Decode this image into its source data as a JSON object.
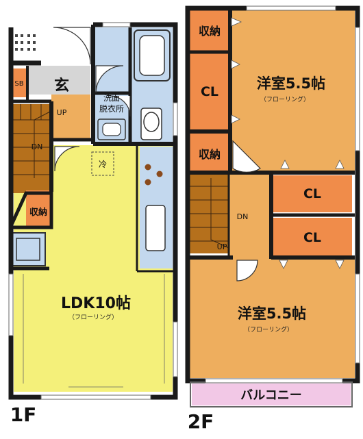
{
  "floor1": {
    "floor_label": "1F",
    "rooms": {
      "genkan": "玄",
      "sb": "SB",
      "senmen": [
        "洗面",
        "脱衣所"
      ],
      "up": "UP",
      "dn": "DN",
      "storage": "収納",
      "fridge": "冷",
      "ldk": "LDK10帖",
      "ldk_floor": "（フローリング）"
    }
  },
  "floor2": {
    "floor_label": "2F",
    "rooms": {
      "storage_top": "収納",
      "cl_left": "CL",
      "storage_mid": "収納",
      "room_top": "洋室5.5帖",
      "room_top_floor": "（フローリング）",
      "cl_right_top": "CL",
      "cl_right_bottom": "CL",
      "dn": "DN",
      "up": "UP",
      "room_bottom": "洋室5.5帖",
      "room_bottom_floor": "（フローリング）",
      "balcony": "バルコニー"
    }
  },
  "colors": {
    "wall": "#1a1a1a",
    "ldk_yellow": "#f4f07a",
    "room_tan": "#eeae5e",
    "storage_orange": "#f08c4a",
    "stair_brown": "#b5701c",
    "wet_blue": "#c3d8ee",
    "balcony_pink": "#f2c8e6",
    "genkan_gray": "#d6d6d6"
  }
}
